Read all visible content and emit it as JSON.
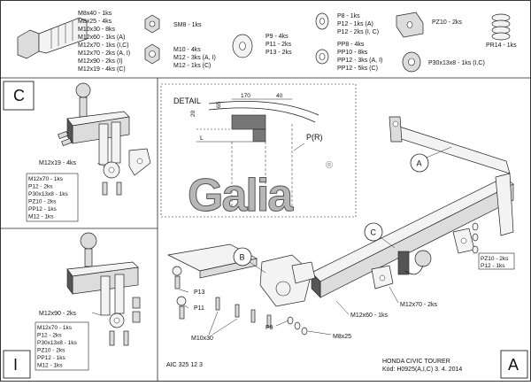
{
  "parts": {
    "bolts_list": [
      "M8x40 - 1ks",
      "M8x25 - 4ks",
      "M10x30 - 8ks",
      "M12x60 - 1ks (A)",
      "M12x70 - 1ks (I,C)",
      "M12x70 - 2ks (A, I)",
      "M12x90 - 2ks (I)",
      "M12x19 - 4ks (C)"
    ],
    "sm8": "SM8 - 1ks",
    "nuts_list": [
      "M10 - 4ks",
      "M12 - 3ks (A, I)",
      "M12 - 1ks (C)"
    ],
    "washers_list": [
      "P9 - 4ks",
      "P11 - 2ks",
      "P13 - 2ks"
    ],
    "p_list": [
      "P8 - 1ks",
      "P12 - 1ks (A)",
      "P12 - 2ks (I, C)"
    ],
    "pp_list": [
      "PP8 - 4ks",
      "PP10 - 8ks",
      "PP12 - 3ks (A, I)",
      "PP12 - 5ks (C)"
    ],
    "pz10": "PZ10 - 2ks",
    "pr14": "PR14 - 1ks",
    "p30": "P30x13x8 - 1ks (I,C)"
  },
  "panel_c": {
    "letter": "C",
    "label_bolt": "M12x19 - 4ks",
    "list": [
      "M12x70 - 1ks",
      "P12 - 2ks",
      "P30x13x8 - 1ks",
      "PZ10 - 2ks",
      "PP12 - 1ks",
      "M12 - 1ks"
    ]
  },
  "panel_i": {
    "letter": "I",
    "label_bolt": "M12x90 - 2ks",
    "list": [
      "M12x70 - 1ks",
      "P12 - 2ks",
      "P30x13x8 - 1ks",
      "PZ10 - 2ks",
      "PP12 - 1ks",
      "M12 - 1ks"
    ]
  },
  "detail": {
    "title": "DETAIL",
    "dim_170": "170",
    "dim_40": "40",
    "dim_65": "65",
    "dim_20": "20",
    "label_l": "L",
    "label_pr": "P(R)"
  },
  "logo": {
    "text": "Galia",
    "mark": "®"
  },
  "main": {
    "callout_a": "A",
    "callout_b": "B",
    "callout_c": "C",
    "right_list": [
      "PZ10 - 2ks",
      "P12 - 1ks"
    ],
    "p13": "P13",
    "p11": "P11",
    "m10x30": "M10x30",
    "p9": "P9",
    "m8x25": "M8x25",
    "m12x60": "M12x60 - 1ks",
    "m12x70": "M12x70 - 2ks"
  },
  "footer": {
    "code": "AIC 325 12 3",
    "model": "HONDA CIVIC TOURER",
    "kod": "Kód: H0925(A,I,C)   3. 4. 2014",
    "letter": "A"
  }
}
